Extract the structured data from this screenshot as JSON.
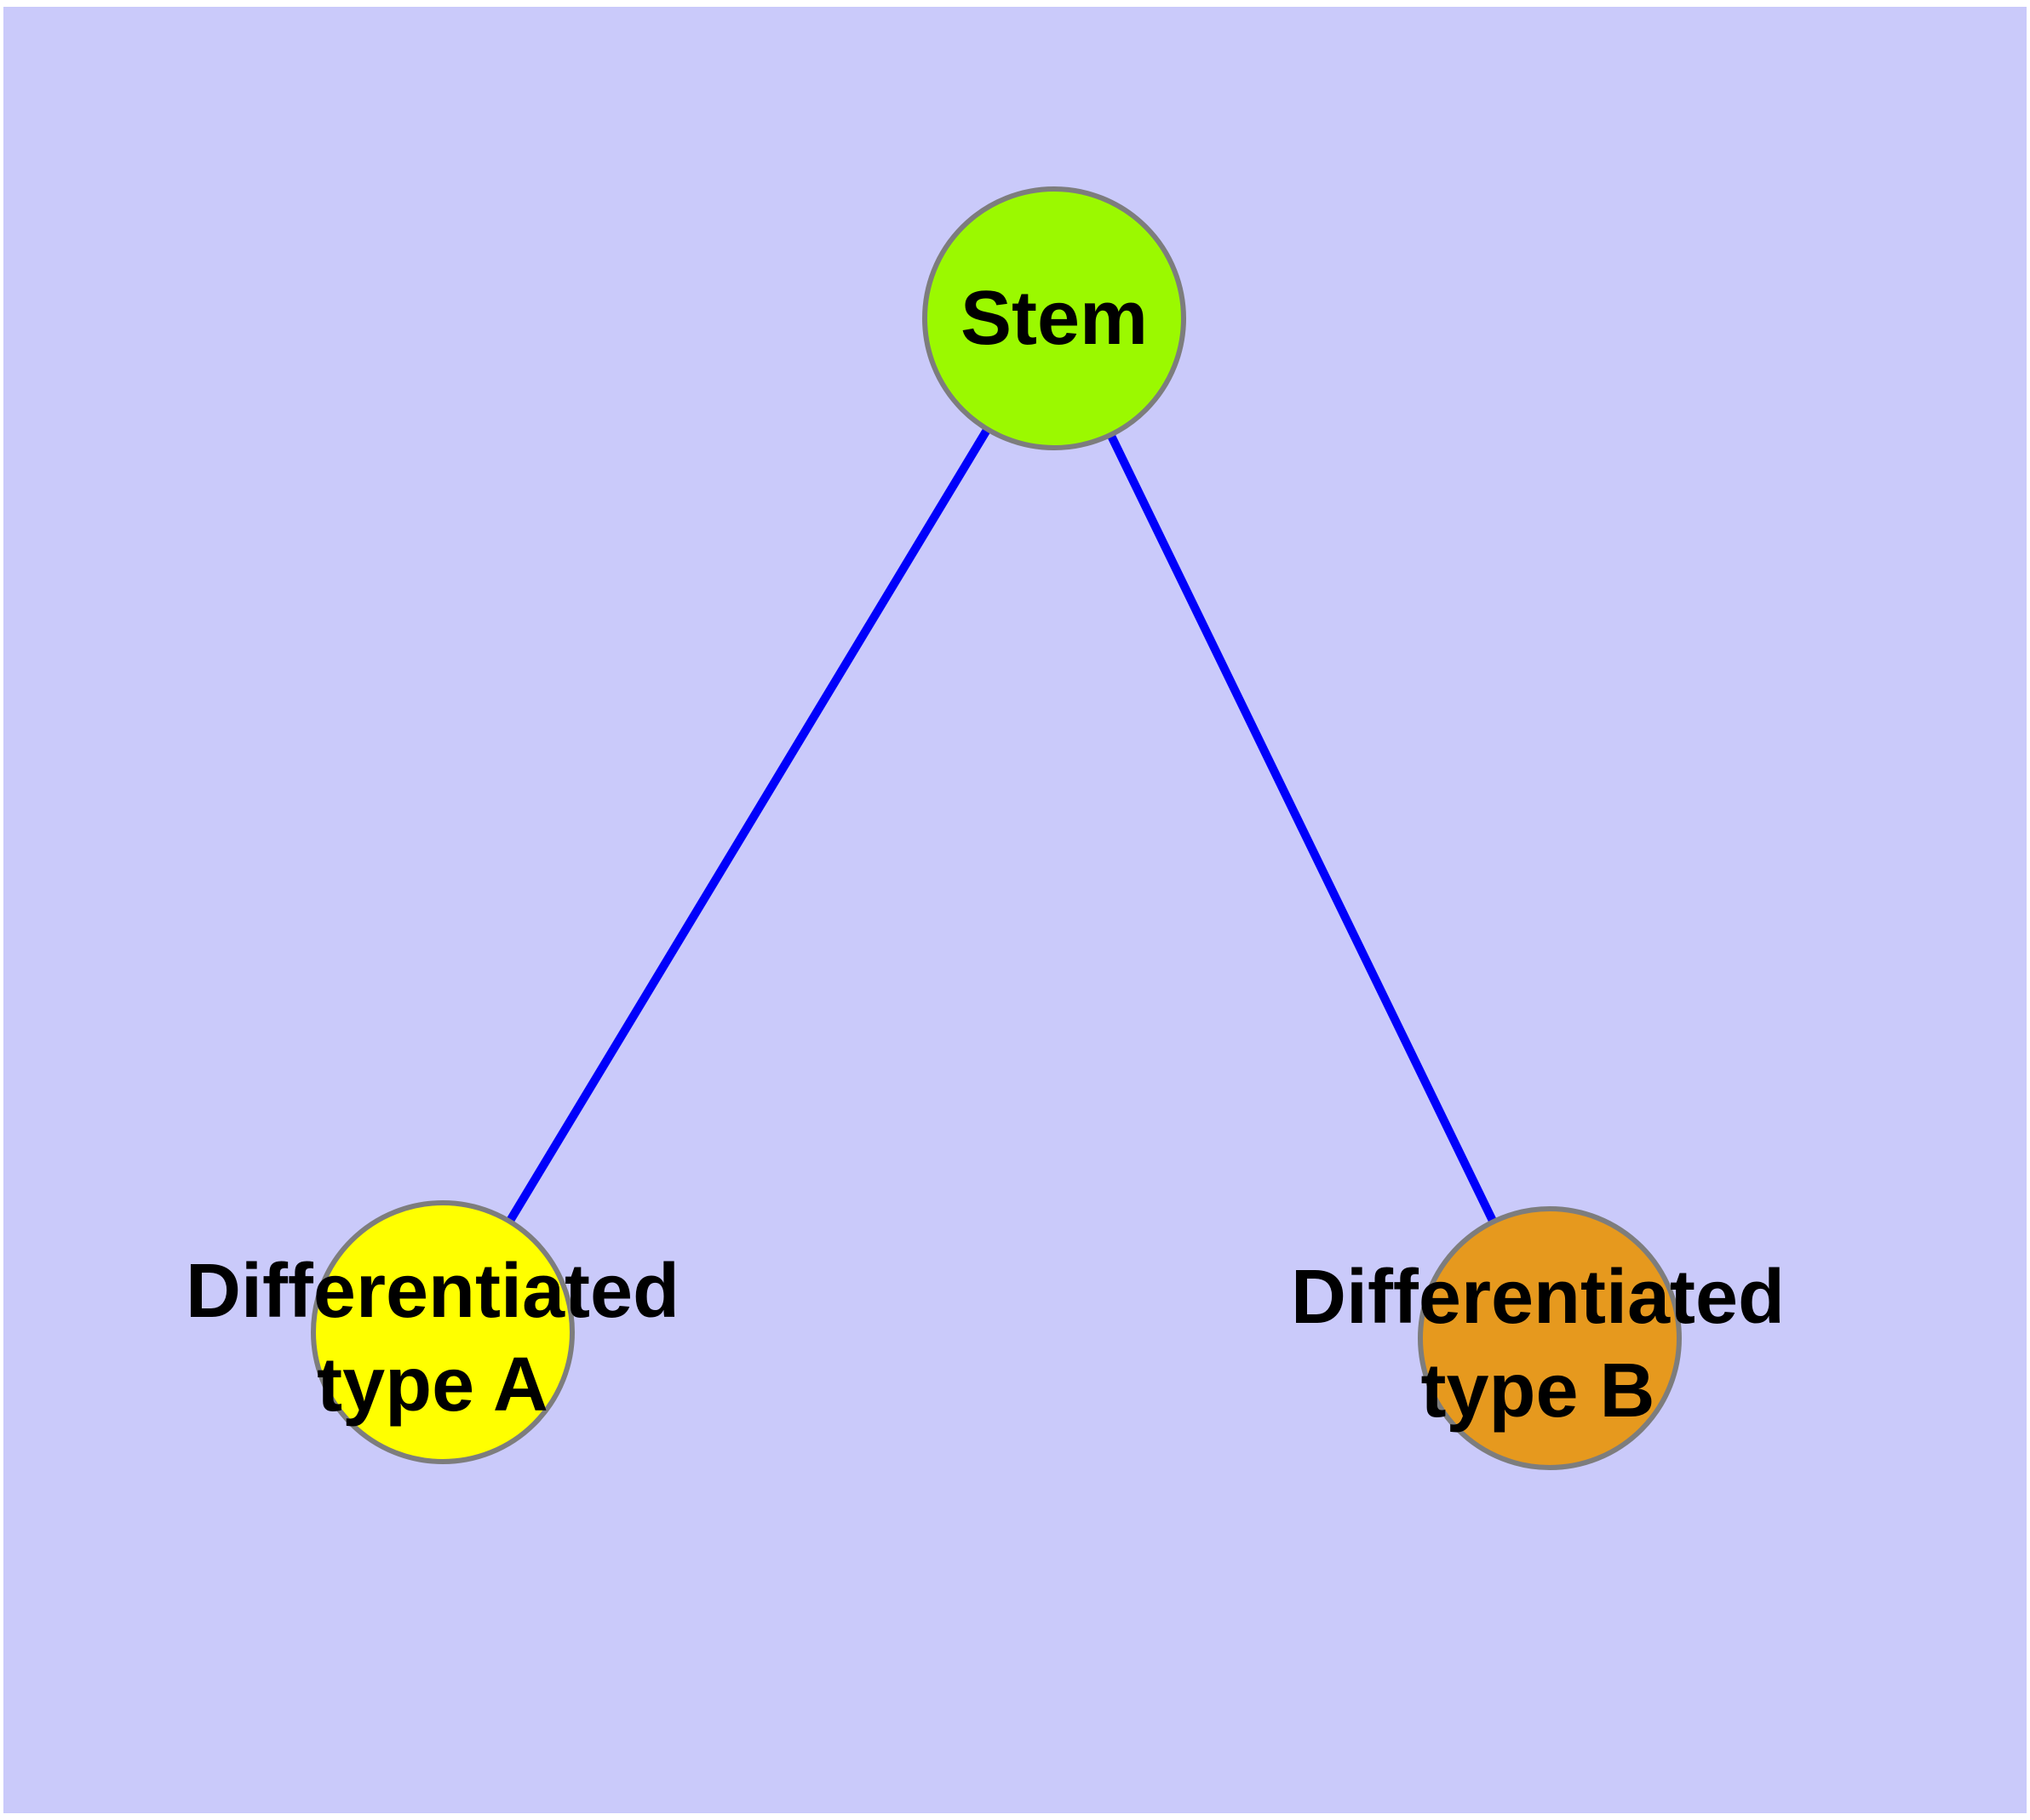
{
  "diagram": {
    "background_color": "#CACAFA",
    "frame_color": "#FFFFFF",
    "edge_color": "#0000FA",
    "node_border_color": "#7D7D7D",
    "label_color": "#000000",
    "nodes": [
      {
        "id": "stem",
        "label": "Stem",
        "color": "#9BF900"
      },
      {
        "id": "differentiated-type-a",
        "label_line1": "Differentiated",
        "label_line2": "type A",
        "color": "#FFFF00"
      },
      {
        "id": "differentiated-type-b",
        "label_line1": "Differentiated",
        "label_line2": "type B",
        "color": "#E6991E"
      }
    ],
    "edges": [
      {
        "from": "stem",
        "to": "differentiated-type-a"
      },
      {
        "from": "stem",
        "to": "differentiated-type-b"
      }
    ]
  }
}
